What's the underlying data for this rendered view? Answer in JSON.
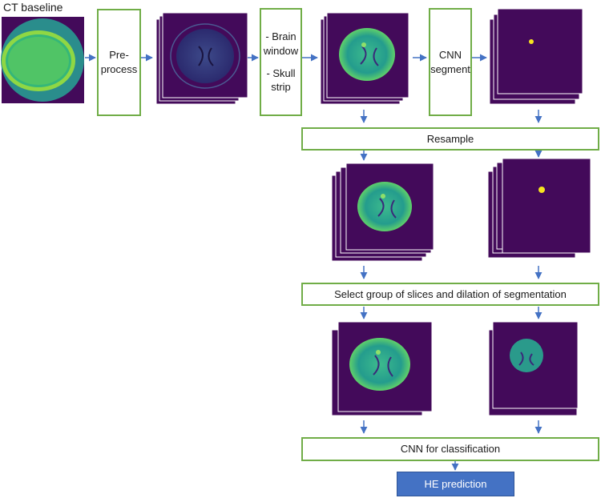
{
  "title": "CT baseline",
  "steps": {
    "preprocess": "Pre-\nprocess",
    "brain_window": "- Brain window",
    "skull_strip": "- Skull strip",
    "cnn_segment": "CNN segment",
    "resample": "Resample",
    "select": "Select group of slices and dilation of segmentation",
    "cnn_classification": "CNN for classification",
    "prediction": "HE prediction"
  },
  "colors": {
    "slice_bg": "#430a5a",
    "box_border": "#70ad47",
    "arrow": "#4472c4",
    "prediction_fill": "#4472c4",
    "brain_tissue": "#2aa38a",
    "segment": "#f6e51f"
  }
}
